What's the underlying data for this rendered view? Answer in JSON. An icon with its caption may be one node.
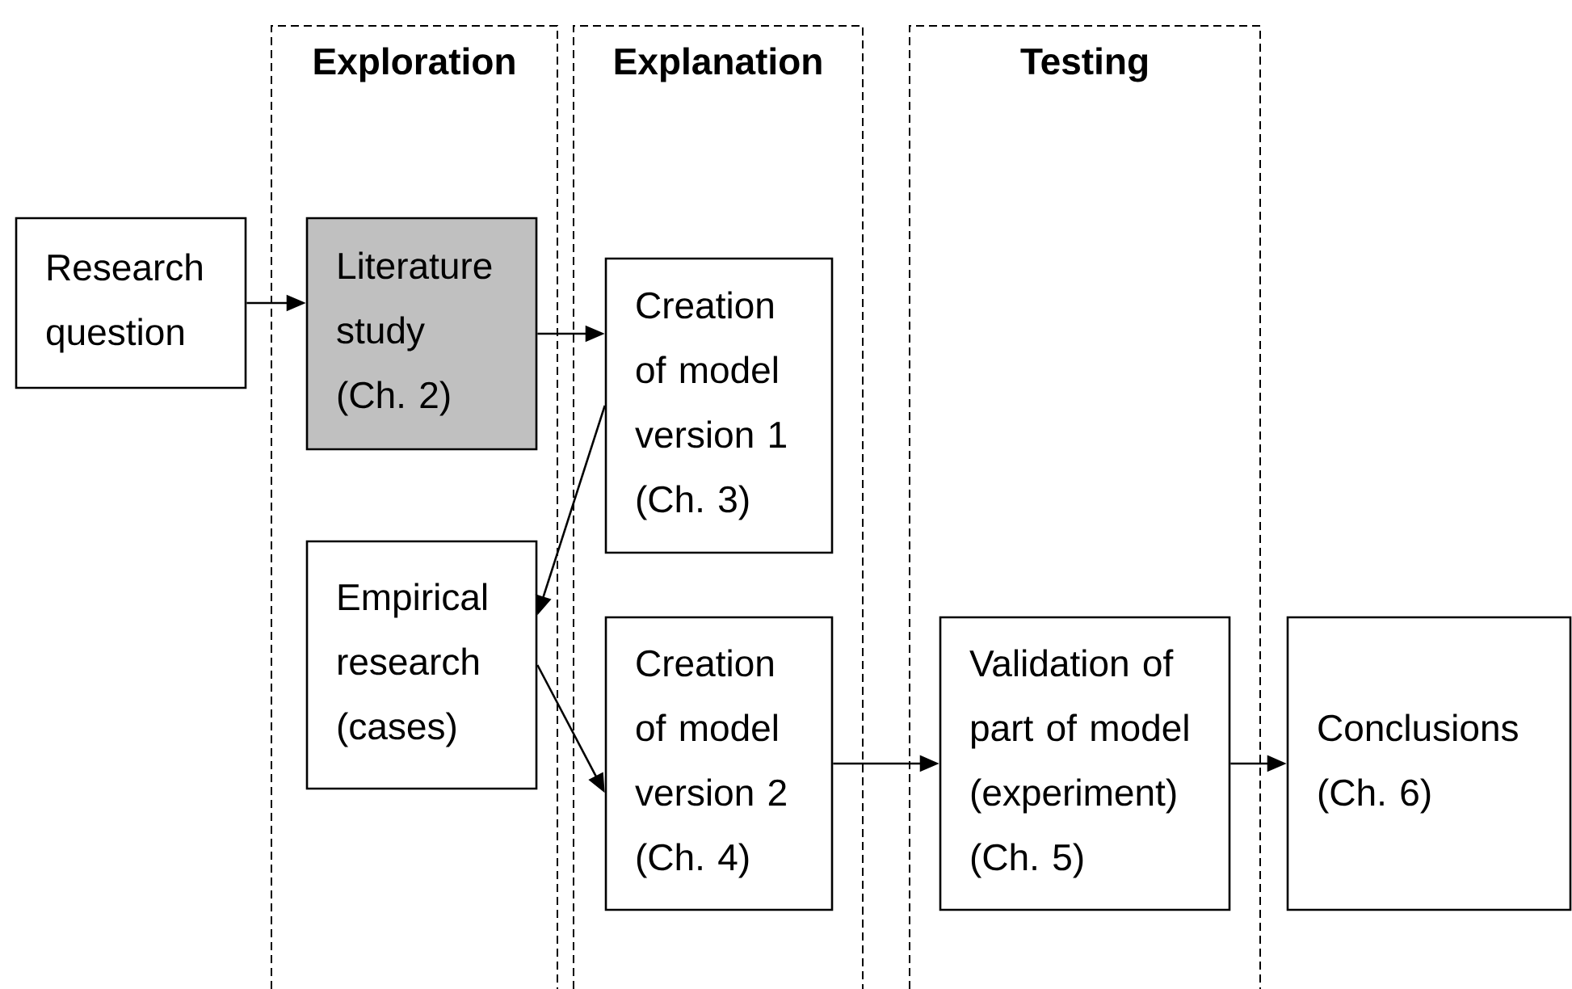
{
  "diagram": {
    "nodes": [
      {
        "text": [
          "Exploration"
        ]
      },
      {
        "text": [
          "Explanation"
        ]
      },
      {
        "text": [
          "Testing"
        ]
      },
      {
        "text": [
          "Research question"
        ]
      },
      {
        "text": [
          "Literature study (Ch. 2)"
        ],
        "in": 0
      },
      {
        "text": [
          "Creation of model version 1 (Ch. 3)"
        ],
        "in": 1
      },
      {
        "text": [
          "Empirical research (cases)"
        ],
        "in": 0
      },
      {
        "text": [
          "Creation of model version 2 (Ch. 4)"
        ],
        "in": 1
      },
      {
        "text": [
          "Validation of part of model (experiment) (Ch. 5)"
        ],
        "in": 2
      },
      {
        "text": [
          "Conclusions (Ch. 6)"
        ]
      }
    ],
    "edges": [
      {
        "from": 3,
        "to": 4,
        "arrow": "to"
      },
      {
        "from": 4,
        "to": 5,
        "arrow": "to"
      },
      {
        "from": 5,
        "to": 6,
        "arrow": "to"
      },
      {
        "from": 6,
        "to": 7,
        "arrow": "to"
      },
      {
        "from": 7,
        "to": 8,
        "arrow": "to"
      },
      {
        "from": 8,
        "to": 9,
        "arrow": "to"
      }
    ]
  }
}
